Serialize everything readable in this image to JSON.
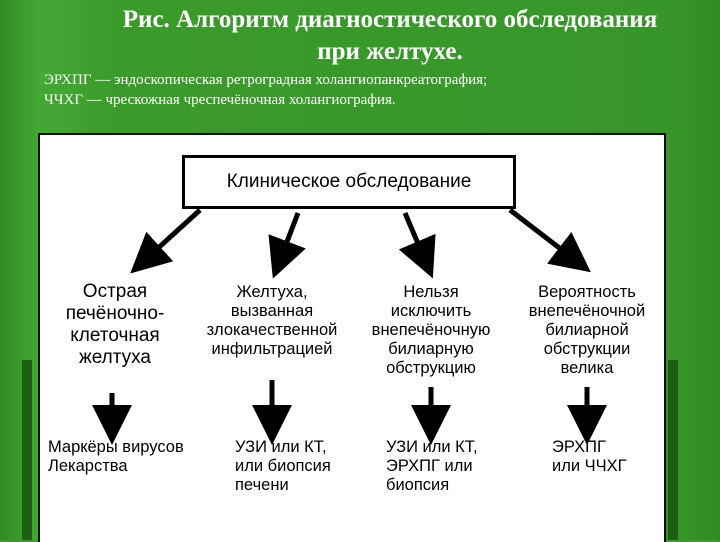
{
  "slide": {
    "title_lines": [
      "Рис.  Алгоритм диагностического обследования",
      "при желтухе."
    ],
    "abbreviations": [
      "ЭРХПГ — эндоскопическая ретроградная холангиопанкреатография;",
      "ЧЧХГ — чрескожная чреспечёночная холангиография."
    ]
  },
  "diagram": {
    "root": "Клиническое обследование",
    "branches": [
      {
        "condition": [
          "Острая",
          "печёночно-",
          "клеточная",
          "желтуха"
        ],
        "action": [
          "Маркёры вирусов",
          "Лекарства"
        ]
      },
      {
        "condition": [
          "Желтуха,",
          "вызванная",
          "злокачественной",
          "инфильтрацией"
        ],
        "action": [
          "УЗИ или КТ,",
          "или биопсия",
          "печени"
        ]
      },
      {
        "condition": [
          "Нельзя",
          "исключить",
          "внепечёночную",
          "билиарную",
          "обструкцию"
        ],
        "action": [
          "УЗИ или КТ,",
          "ЭРХПГ или",
          "биопсия"
        ]
      },
      {
        "condition": [
          "Вероятность",
          "внепечёночной",
          "билиарной",
          "обструкции",
          "велика"
        ],
        "action": [
          "ЭРХПГ",
          "или ЧЧХГ"
        ]
      }
    ]
  }
}
